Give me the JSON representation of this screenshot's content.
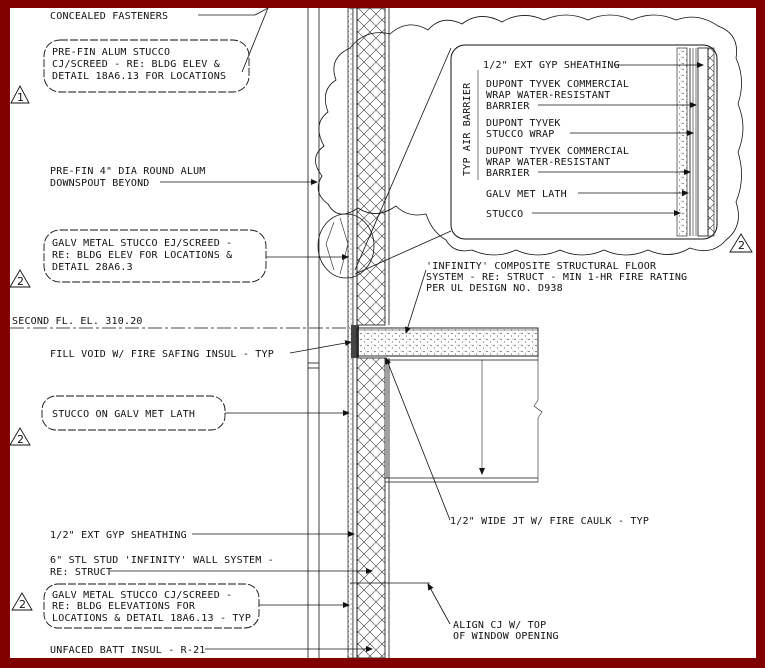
{
  "drawing": {
    "colors": {
      "frame": "#800000",
      "paper": "#ffffff",
      "ink": "#111111"
    },
    "notes": {
      "concealed": "CONCEALED FASTENERS",
      "prefin_stucco_1": "PRE-FIN ALUM STUCCO",
      "prefin_stucco_2": "CJ/SCREED - RE: BLDG ELEV &",
      "prefin_stucco_3": "DETAIL 18A6.13 FOR LOCATIONS",
      "downspout_1": "PRE-FIN 4\" DIA ROUND ALUM",
      "downspout_2": "DOWNSPOUT BEYOND",
      "galv_ej_1": "GALV METAL STUCCO EJ/SCREED -",
      "galv_ej_2": "RE: BLDG ELEV FOR LOCATIONS &",
      "galv_ej_3": "DETAIL 28A6.3",
      "second_floor": "SECOND FL. EL. 310.20",
      "fill_void": "FILL VOID W/ FIRE SAFING INSUL - TYP",
      "stucco_lath": "STUCCO ON GALV MET LATH",
      "ext_gyp": "1/2\" EXT GYP SHEATHING",
      "stud_1": "6\" STL STUD 'INFINITY' WALL SYSTEM -",
      "stud_2": "RE: STRUCT",
      "galv_cj_1": "GALV METAL STUCCO CJ/SCREED -",
      "galv_cj_2": "RE: BLDG ELEVATIONS FOR",
      "galv_cj_3": "LOCATIONS & DETAIL 18A6.13 - TYP",
      "batt": "UNFACED BATT INSUL - R-21",
      "infinity_1": "'INFINITY' COMPOSITE STRUCTURAL FLOOR",
      "infinity_2": "SYSTEM - RE: STRUCT - MIN 1-HR FIRE RATING",
      "infinity_3": "PER UL DESIGN NO. D938",
      "caulk": "1/2\" WIDE JT W/ FIRE CAULK - TYP",
      "align_1": "ALIGN CJ W/ TOP",
      "align_2": "OF WINDOW OPENING"
    },
    "callout": {
      "title": "TYP AIR BARRIER",
      "gyp": "1/2\" EXT GYP SHEATHING",
      "tyvek1_1": "DUPONT TYVEK COMMERCIAL",
      "tyvek1_2": "WRAP WATER-RESISTANT",
      "tyvek1_3": "BARRIER",
      "stuccowrap_1": "DUPONT TYVEK",
      "stuccowrap_2": "STUCCO WRAP",
      "tyvek2_1": "DUPONT TYVEK COMMERCIAL",
      "tyvek2_2": "WRAP WATER-RESISTANT",
      "tyvek2_3": "BARRIER",
      "lath": "GALV MET LATH",
      "stucco": "STUCCO"
    },
    "tags": {
      "t1": "1",
      "t2a": "2",
      "t2b": "2",
      "t2c": "2",
      "t2d": "2"
    }
  }
}
